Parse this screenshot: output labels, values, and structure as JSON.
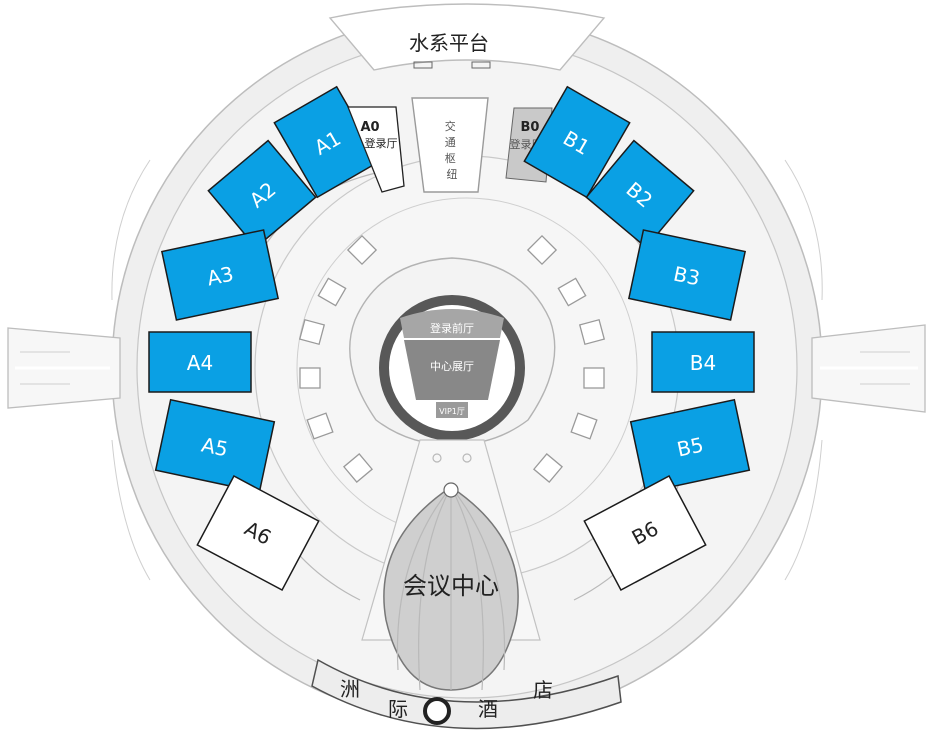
{
  "labels": {
    "water_platform": "水系平台",
    "transport_hub": "交通枢纽",
    "a0_code": "A0",
    "a0_sub": "登录厅",
    "b0_code": "B0",
    "b0_sub": "登录厅",
    "front_hall": "登录前厅",
    "center_hall": "中心展厅",
    "vip_hall": "VIP1厅",
    "conference": "会议中心",
    "hotel_chars": [
      "洲",
      "际",
      "酒",
      "店"
    ]
  },
  "halls": {
    "A1": "A1",
    "A2": "A2",
    "A3": "A3",
    "A4": "A4",
    "A5": "A5",
    "A6": "A6",
    "B1": "B1",
    "B2": "B2",
    "B3": "B3",
    "B4": "B4",
    "B5": "B5",
    "B6": "B6"
  },
  "colors": {
    "hall_blue": "#0aa0e4",
    "hall_outline": "#1b1b1b",
    "ring": "#555555",
    "background": "#f0f0f0"
  }
}
